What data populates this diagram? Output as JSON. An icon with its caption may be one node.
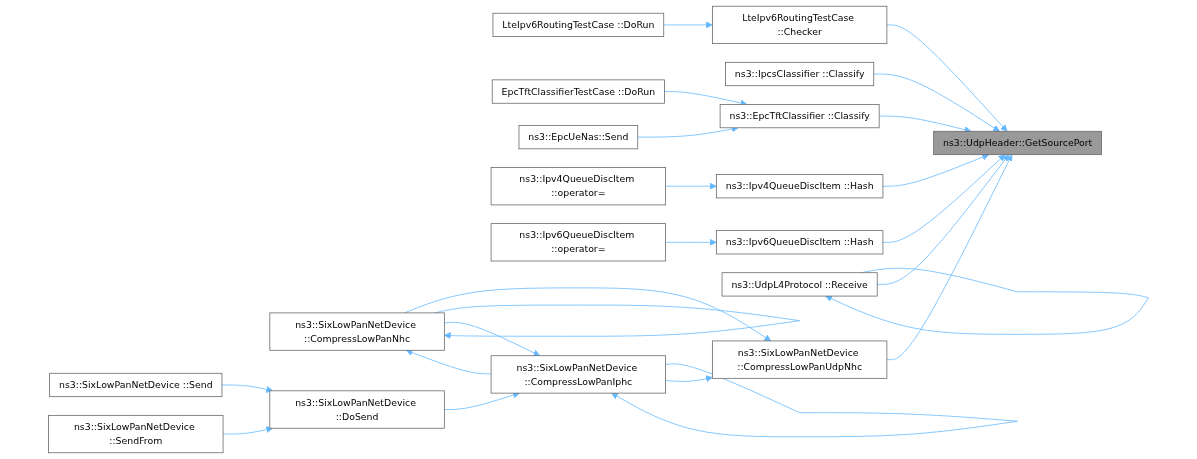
{
  "diagram": {
    "nodes": [
      {
        "text": [
          "ns3::UdpHeader::GetSourcePort"
        ]
      },
      {
        "text": [
          "LteIpv6RoutingTestCase ::Checker"
        ]
      },
      {
        "text": [
          "LteIpv6RoutingTestCase ::DoRun"
        ]
      },
      {
        "text": [
          "ns3::IpcsClassifier ::Classify"
        ]
      },
      {
        "text": [
          "ns3::EpcTftClassifier ::Classify"
        ]
      },
      {
        "text": [
          "EpcTftClassifierTestCase ::DoRun"
        ]
      },
      {
        "text": [
          "ns3::EpcUeNas::Send"
        ]
      },
      {
        "text": [
          "ns3::SixLowPanNetDevice ::CompressLowPanUdpNhc"
        ]
      },
      {
        "text": [
          "ns3::SixLowPanNetDevice ::CompressLowPanNhc"
        ]
      },
      {
        "text": [
          "ns3::SixLowPanNetDevice ::CompressLowPanIphc"
        ]
      },
      {
        "text": [
          "ns3::SixLowPanNetDevice ::DoSend"
        ]
      },
      {
        "text": [
          "ns3::SixLowPanNetDevice ::Send"
        ]
      },
      {
        "text": [
          "ns3::SixLowPanNetDevice ::SendFrom"
        ]
      },
      {
        "text": [
          "ns3::Ipv4QueueDiscItem ::Hash"
        ]
      },
      {
        "text": [
          "ns3::Ipv4QueueDiscItem ::operator="
        ]
      },
      {
        "text": [
          "ns3::Ipv6QueueDiscItem ::Hash"
        ]
      },
      {
        "text": [
          "ns3::Ipv6QueueDiscItem ::operator="
        ]
      },
      {
        "text": [
          "ns3::UdpL4Protocol ::Receive"
        ]
      }
    ],
    "edges": [
      {
        "from": 2,
        "to": 1,
        "arrow": "to"
      },
      {
        "from": 1,
        "to": 0,
        "arrow": "to"
      },
      {
        "from": 3,
        "to": 0,
        "arrow": "to"
      },
      {
        "from": 5,
        "to": 4,
        "arrow": "to"
      },
      {
        "from": 6,
        "to": 4,
        "arrow": "to"
      },
      {
        "from": 4,
        "to": 0,
        "arrow": "to"
      },
      {
        "from": 7,
        "to": 0,
        "arrow": "to"
      },
      {
        "from": 8,
        "to": 7,
        "arrow": "to"
      },
      {
        "from": 8,
        "to": 8,
        "arrow": "to"
      },
      {
        "from": 8,
        "to": 9,
        "arrow": "to"
      },
      {
        "from": 9,
        "to": 8,
        "arrow": "to"
      },
      {
        "from": 9,
        "to": 9,
        "arrow": "to"
      },
      {
        "from": 9,
        "to": 7,
        "arrow": "to"
      },
      {
        "from": 10,
        "to": 9,
        "arrow": "to"
      },
      {
        "from": 11,
        "to": 10,
        "arrow": "to"
      },
      {
        "from": 12,
        "to": 10,
        "arrow": "to"
      },
      {
        "from": 13,
        "to": 0,
        "arrow": "to"
      },
      {
        "from": 14,
        "to": 13,
        "arrow": "to"
      },
      {
        "from": 15,
        "to": 0,
        "arrow": "to"
      },
      {
        "from": 16,
        "to": 15,
        "arrow": "to"
      },
      {
        "from": 17,
        "to": 17,
        "arrow": "to"
      },
      {
        "from": 17,
        "to": 0,
        "arrow": "to"
      }
    ]
  }
}
